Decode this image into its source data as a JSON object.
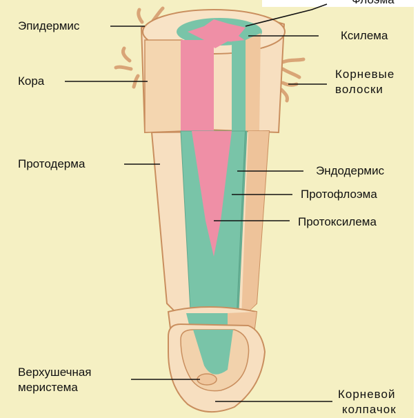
{
  "labels": {
    "phloem_top": "Флоэма",
    "epidermis": "Эпидермис",
    "xylem": "Ксилема",
    "cortex": "Кора",
    "root_hairs_line1": "Корневые",
    "root_hairs_line2": "волоски",
    "protoderm": "Протодерма",
    "endodermis": "Эндодермис",
    "protophloem": "Протофлоэма",
    "protoxylem": "Протоксилема",
    "apical_meristem_line1": "Верхушечная",
    "apical_meristem_line2": "меристема",
    "root_cap_line1": "Корневой",
    "root_cap_line2": "колпачок"
  },
  "colors": {
    "background": "#f5f0c3",
    "tissue_cream": "#f7dfc0",
    "tissue_shadow": "#e9bf92",
    "xylem_pink": "#ef8fa6",
    "phloem_green": "#79c4a8",
    "outline": "#b77f55"
  }
}
